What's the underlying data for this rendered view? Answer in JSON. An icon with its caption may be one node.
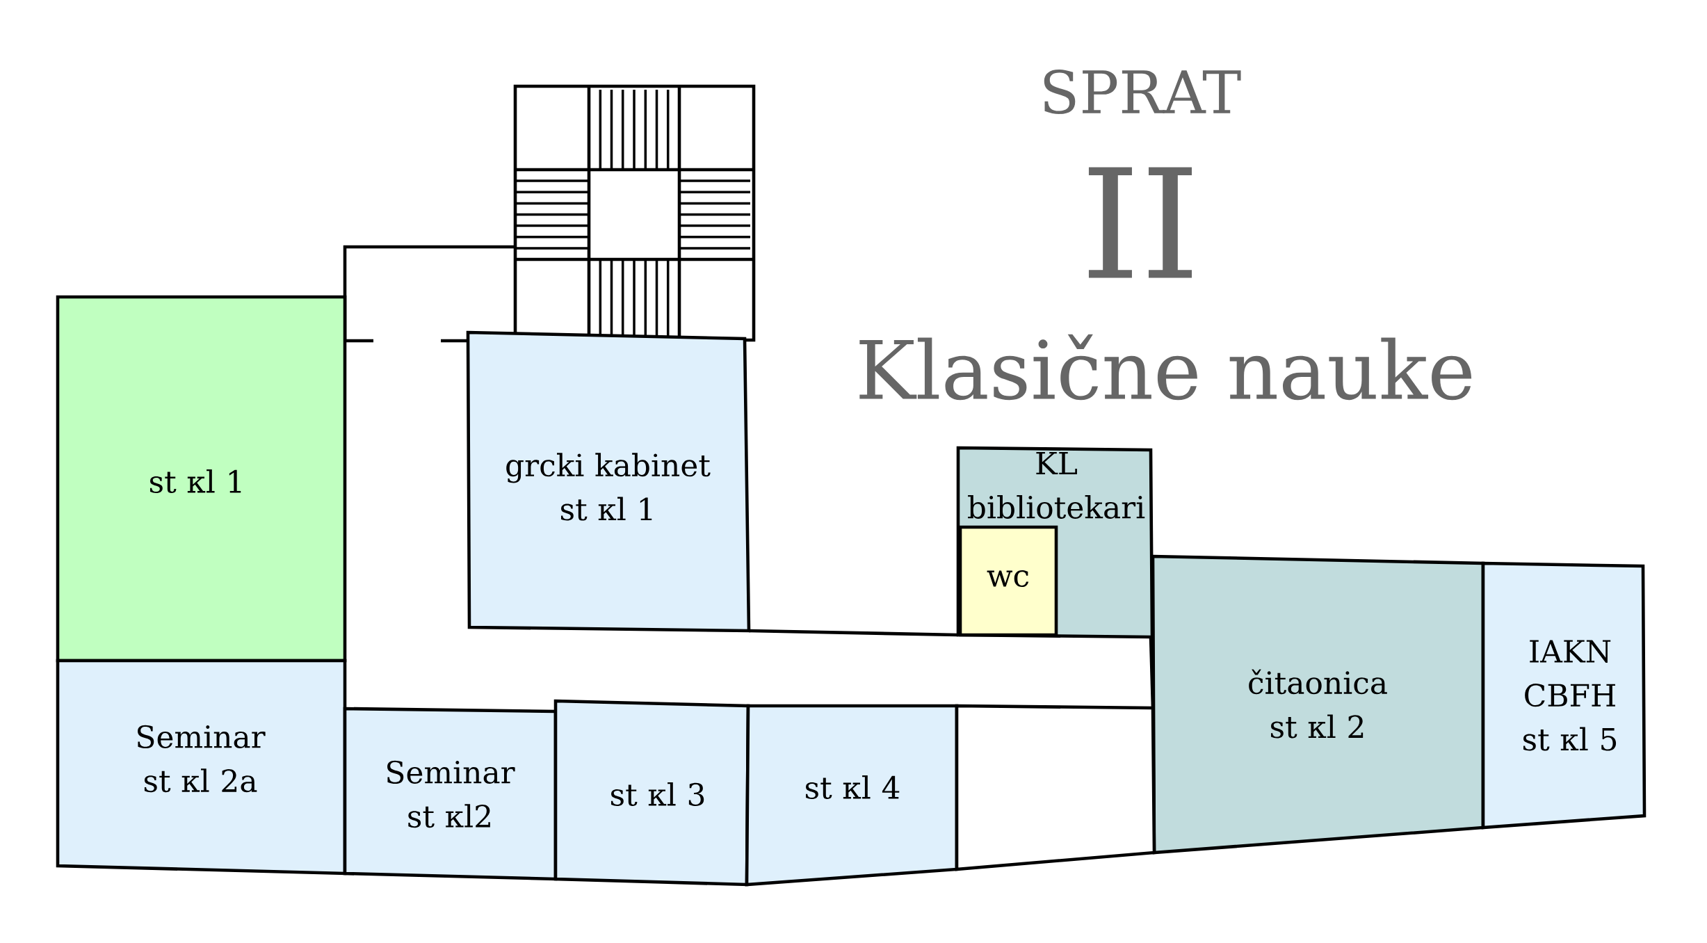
{
  "diagram": {
    "title": "Klasične nauke",
    "nodes": [
      {
        "text": [
          "st κl 1"
        ]
      },
      {
        "text": [
          "grcki kabinet",
          "st κl 1"
        ]
      },
      {
        "text": [
          "KL bibliotekari"
        ]
      },
      {
        "text": [
          "wc"
        ],
        "in": 2
      },
      {
        "text": [
          "čitaonica",
          "st κl 2"
        ]
      },
      {
        "text": [
          "IAKN CBFH",
          "st κl 5"
        ]
      },
      {
        "text": [
          "Seminar",
          "st κl 2a"
        ]
      },
      {
        "text": [
          "Seminar",
          "st κl2"
        ]
      },
      {
        "text": [
          "st κl 3"
        ]
      },
      {
        "text": [
          "st κl 4"
        ]
      },
      {
        "text": [],
        "shape": "box"
      }
    ],
    "labels": [
      "SPRAT",
      "II"
    ]
  }
}
